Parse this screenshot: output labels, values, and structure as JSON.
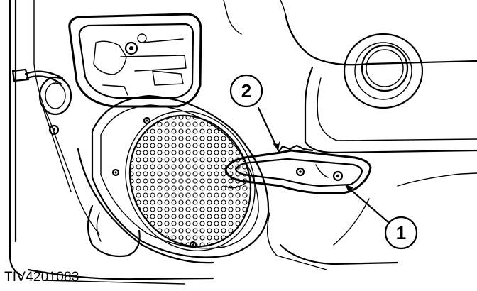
{
  "figure": {
    "id": "TIV4201083"
  },
  "callouts": [
    {
      "number": "1"
    },
    {
      "number": "2"
    }
  ],
  "colors": {
    "ink": "#000000",
    "paper": "#ffffff"
  }
}
